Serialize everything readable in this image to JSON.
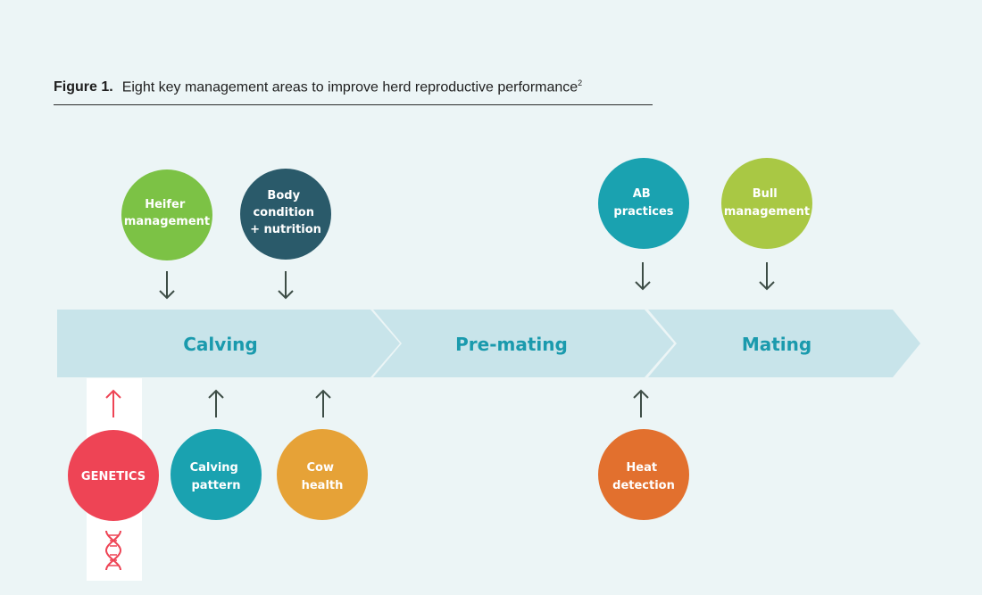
{
  "figure": {
    "number": "Figure 1.",
    "title": "Eight key management areas to improve herd reproductive performance",
    "sup": "2"
  },
  "stages": [
    {
      "label": "Calving"
    },
    {
      "label": "Pre-mating"
    },
    {
      "label": "Mating"
    }
  ],
  "top_areas": [
    {
      "lines": [
        "Heifer",
        "management"
      ],
      "color": "#7cc245",
      "stage": "Calving"
    },
    {
      "lines": [
        "Body",
        "condition",
        "+ nutrition"
      ],
      "color": "#2a5a6a",
      "stage": "Calving"
    },
    {
      "lines": [
        "AB",
        "practices"
      ],
      "color": "#1aa2b0",
      "stage": "Mating"
    },
    {
      "lines": [
        "Bull",
        "management"
      ],
      "color": "#a9c844",
      "stage": "Mating"
    }
  ],
  "bottom_areas": [
    {
      "lines": [
        "GENETICS"
      ],
      "color": "#ee4455",
      "stage": "Calving"
    },
    {
      "lines": [
        "Calving",
        "pattern"
      ],
      "color": "#1aa2b0",
      "stage": "Calving"
    },
    {
      "lines": [
        "Cow",
        "health"
      ],
      "color": "#e6a237",
      "stage": "Calving"
    },
    {
      "lines": [
        "Heat",
        "detection"
      ],
      "color": "#e2702e",
      "stage": "Pre-mating"
    }
  ],
  "colors": {
    "band": "#c8e4ea",
    "stage_text": "#1a9aad",
    "arrow": "#3d4d46",
    "genetics_arrow": "#ee4455",
    "dna_icon": "#ee4455"
  },
  "icons": {
    "dna": "dna-icon",
    "arrow_down": "arrow-down-icon",
    "arrow_up": "arrow-up-icon"
  }
}
